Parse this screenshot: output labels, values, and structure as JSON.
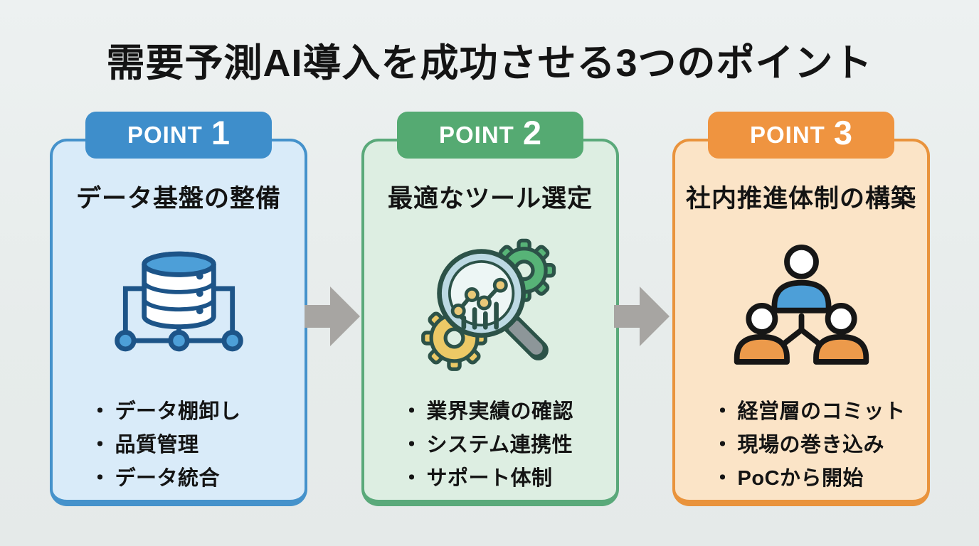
{
  "page": {
    "title": "需要予測AI導入を成功させる3つのポイント",
    "background_color": "#e8edec"
  },
  "bullet_marker": "・",
  "arrow": {
    "name": "right-arrow",
    "color": "#a7a5a2"
  },
  "cards": [
    {
      "badge_label": "POINT",
      "badge_number": "1",
      "title": "データ基盤の整備",
      "icon": "database-network-icon",
      "accent_color": "#3e8ecb",
      "border_color": "#4592cb",
      "background_color": "#d9ebf9",
      "items": [
        "データ棚卸し",
        "品質管理",
        "データ統合"
      ]
    },
    {
      "badge_label": "POINT",
      "badge_number": "2",
      "title": "最適なツール選定",
      "icon": "magnifier-chart-gears-icon",
      "accent_color": "#55aa72",
      "border_color": "#5aa97a",
      "background_color": "#ddeee2",
      "items": [
        "業界実績の確認",
        "システム連携性",
        "サポート体制"
      ]
    },
    {
      "badge_label": "POINT",
      "badge_number": "3",
      "title": "社内推進体制の構築",
      "icon": "team-hierarchy-icon",
      "accent_color": "#ef9440",
      "border_color": "#e9933c",
      "background_color": "#fbe4c7",
      "items": [
        "経営層のコミット",
        "現場の巻き込み",
        "PoCから開始"
      ]
    }
  ]
}
